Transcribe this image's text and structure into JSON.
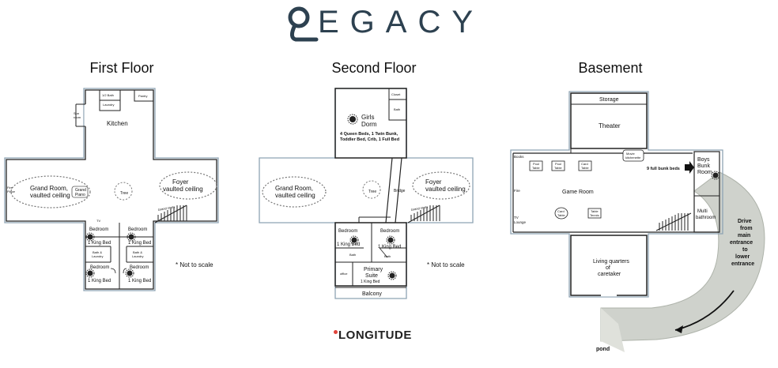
{
  "logo": {
    "text": "EGACY",
    "initial": "L"
  },
  "first_floor": {
    "title": "First Floor",
    "rooms": {
      "half_bath": "1/2 Bath",
      "laundry": "Laundry",
      "pantry": "Pantry",
      "sun_room": [
        "Sun",
        "room"
      ],
      "kitchen": "Kitchen",
      "grand_room": [
        "Grand Room,",
        "vaulted ceiling"
      ],
      "grand_piano": [
        "Grand",
        "Piano"
      ],
      "tree": "Tree",
      "foyer": [
        "Foyer",
        "vaulted ceiling"
      ],
      "fire_place": [
        "Fire",
        "Place"
      ],
      "grand_stairs": "Grand stairs",
      "tv": "TV",
      "bedroom_1": "Bedroom",
      "bed_1": "1 King Bed",
      "bedroom_2": "Bedroom",
      "bed_2": "1 King Bed",
      "bath_laundry_1": [
        "Bath &",
        "Laundry"
      ],
      "bath_laundry_2": [
        "Bath &",
        "Laundry"
      ],
      "bedroom_3": "Bedroom",
      "bed_3": "1 King Bed",
      "bedroom_4": "Bedroom",
      "bed_4": "1 King Bed"
    },
    "note": "* Not to scale"
  },
  "second_floor": {
    "title": "Second Floor",
    "rooms": {
      "closet": "Closet",
      "bath_top": "Bath",
      "girls_dorm": [
        "Girls",
        "Dorm"
      ],
      "girls_beds": [
        "4 Queen Beds, 1 Twin Bunk,",
        "Toddler Bed, Crib, 1 Full Bed"
      ],
      "grand_room": [
        "Grand Room,",
        "vaulted ceiling"
      ],
      "tree": "Tree",
      "bridge": "Bridge",
      "foyer": [
        "Foyer",
        "vaulted ceiling"
      ],
      "grand_stairs": "Grand stairs",
      "bedroom_1": "Bedroom",
      "bed_1": "1 King Bed",
      "bedroom_2": "Bedroom",
      "bed_2": "1 King Bed",
      "bath_1": "Bath",
      "bath_2": "Bath",
      "office": "office",
      "primary": [
        "Primary",
        "Suite"
      ],
      "primary_bed": "1 King Bed",
      "balcony": "Balcony"
    },
    "note": "* Not to scale"
  },
  "basement": {
    "title": "Basement",
    "rooms": {
      "storage": "Storage",
      "theater": "Theater",
      "books": "Books",
      "movie_kitchenette": [
        "Movie",
        "kitchenette"
      ],
      "pool_table_1": [
        "Pool",
        "Table"
      ],
      "pool_table_2": [
        "Pool",
        "Table"
      ],
      "card_table_1": [
        "Card",
        "Table"
      ],
      "game_room": "Game Room",
      "fire": "Fire",
      "tv_lounge": [
        "TV",
        "Lounge"
      ],
      "card_table_2": [
        "Card",
        "Table"
      ],
      "table_tennis": [
        "Table",
        "Tennis"
      ],
      "bunk_beds": "9 full bunk beds",
      "boys_room": [
        "Boys",
        "Bunk",
        "Room"
      ],
      "multi_bathroom": [
        "Multi",
        "bathroom"
      ],
      "living_quarters": [
        "Living quarters",
        "of",
        "caretaker"
      ],
      "drive": [
        "Drive",
        "from",
        "main",
        "entrance",
        "to",
        "lower",
        "entrance"
      ],
      "pond": "pond"
    }
  },
  "footer_brand": "LONGITUDE"
}
